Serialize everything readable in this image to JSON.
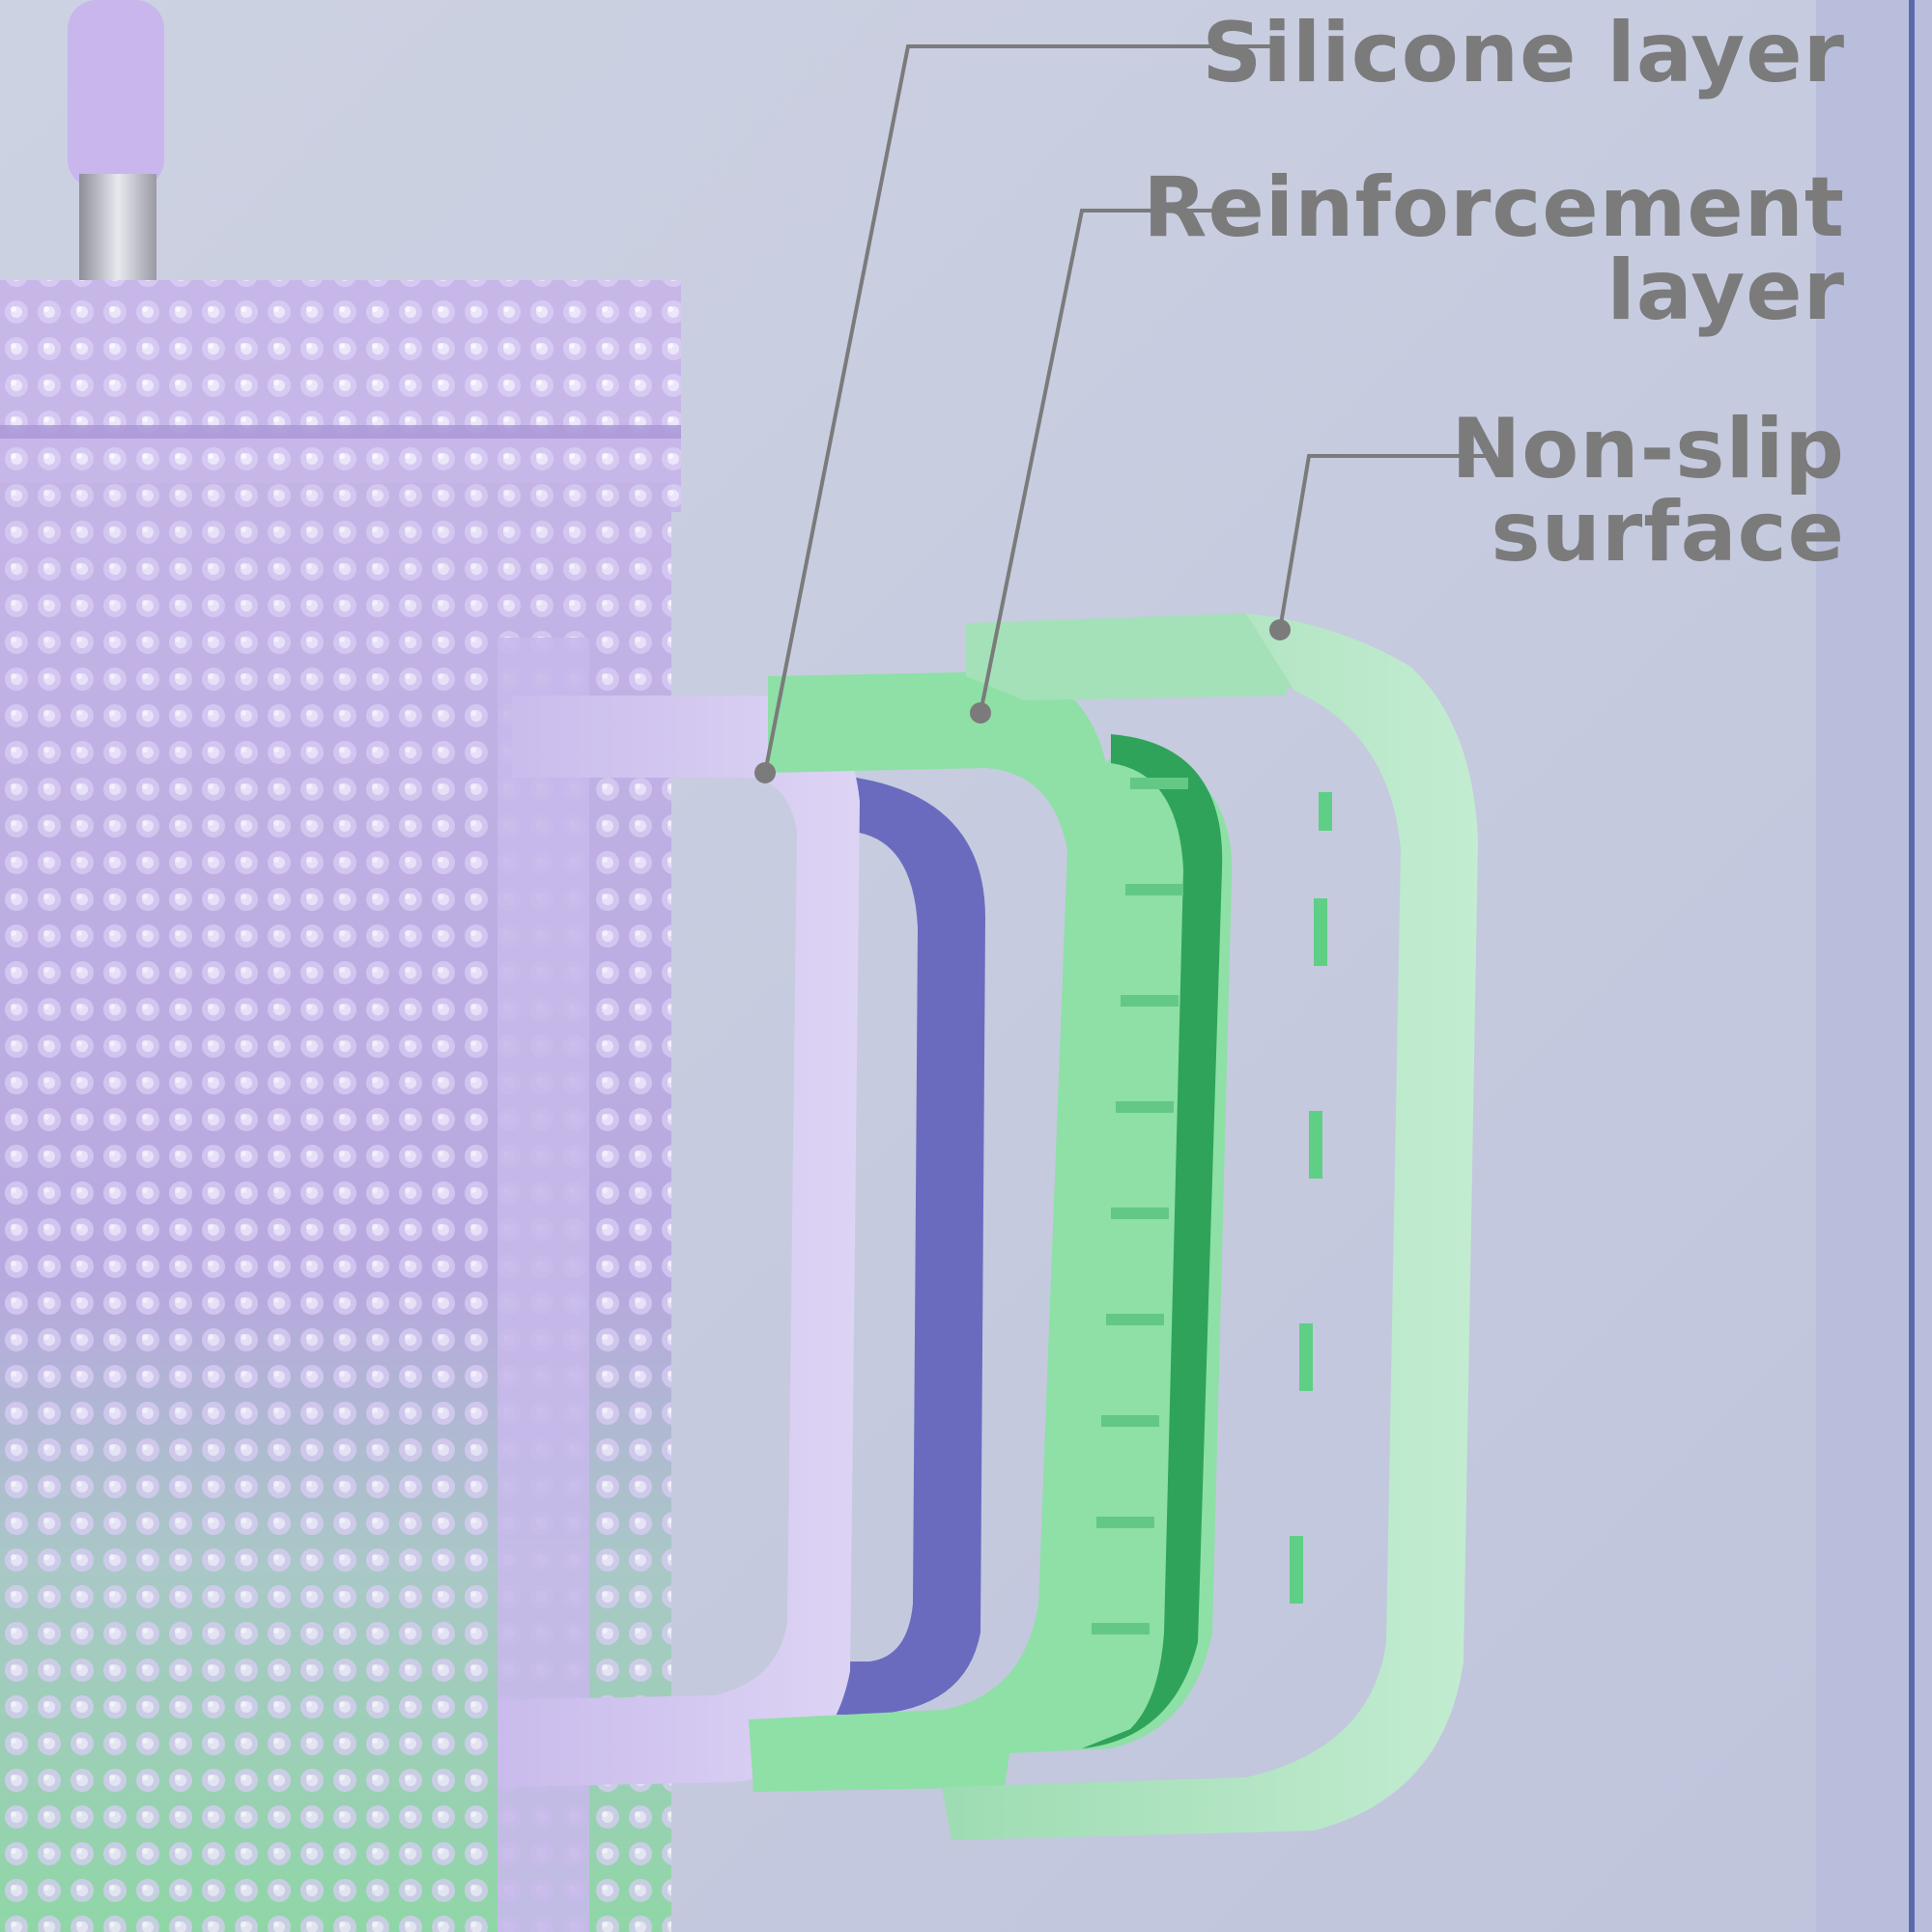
{
  "callouts": {
    "silicone": {
      "line1": "Silicone layer"
    },
    "reinforcement": {
      "line1": "Reinforcement",
      "line2": "layer"
    },
    "nonslip": {
      "line1": "Non-slip",
      "line2": "surface"
    }
  },
  "colors": {
    "background": "#c9cede",
    "tumbler_purple": "#b7a6df",
    "tumbler_green": "#8fd4a8",
    "silicone_handle": "#d2c6ef",
    "handle_shadow": "#6a6bbf",
    "reinforcement_green": "#8ee0a6",
    "reinforcement_rib": "#2fa35a",
    "nonslip_green": "#a9e3bd",
    "label_text": "#7b7b7b",
    "leader_line": "#7b7b7b"
  }
}
